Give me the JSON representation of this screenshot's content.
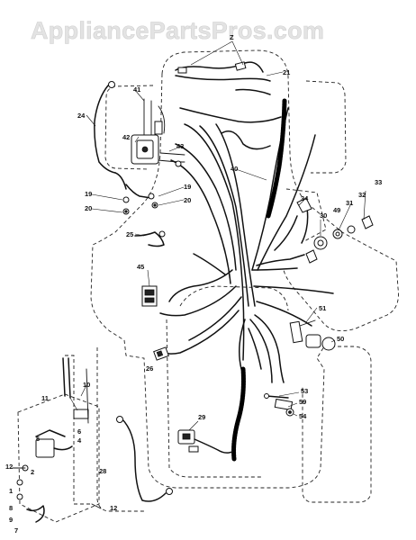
{
  "watermark": "AppliancePartsPros.com",
  "part_numbers": {
    "p1": "1",
    "p2": "2",
    "p4": "4",
    "p5": "5",
    "p6": "6",
    "p7": "7",
    "p8": "8",
    "p9": "9",
    "p10": "10",
    "p11": "11",
    "p12a": "12",
    "p12b": "12",
    "p19a": "19",
    "p19b": "19",
    "p20a": "20",
    "p20b": "20",
    "p21": "21",
    "p24": "24",
    "p25": "25",
    "p26": "26",
    "p28": "28",
    "p29": "29",
    "p30": "30",
    "p31": "31",
    "p32": "32",
    "p33": "33",
    "p34": "34",
    "p40": "40",
    "p41": "41",
    "p42": "42",
    "p43": "43",
    "p45": "45",
    "p49": "49",
    "p50": "50",
    "p51": "51",
    "p53": "53",
    "p54": "54",
    "p59": "59",
    "pZ": "Z"
  }
}
